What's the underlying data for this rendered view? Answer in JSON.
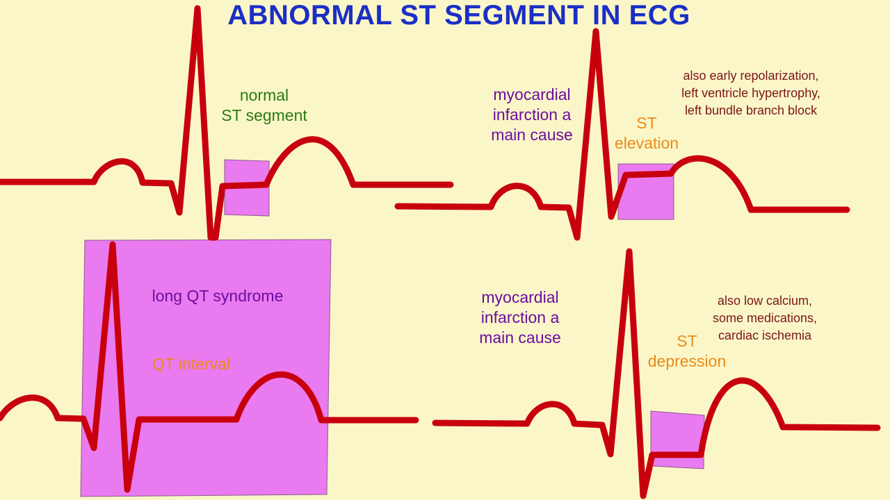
{
  "title": "ABNORMAL ST SEGMENT IN ECG",
  "normal": {
    "label": "normal\nST segment"
  },
  "elevation": {
    "cause": "myocardial\ninfarction a\nmain cause",
    "label": "ST\nelevation",
    "other_causes": "also early repolarization,\nleft ventricle hypertrophy,\nleft bundle branch block"
  },
  "long_qt": {
    "syndrome": "long QT syndrome",
    "interval": "QT interval"
  },
  "depression": {
    "cause": "myocardial\ninfarction a\nmain cause",
    "label": "ST\ndepression",
    "other_causes": "also low calcium,\nsome medications,\ncardiac ischemia"
  },
  "colors": {
    "background": "#fbf6c8",
    "trace": "#c8000e",
    "highlight": "#ea7aef",
    "title": "#1b2fc4"
  }
}
